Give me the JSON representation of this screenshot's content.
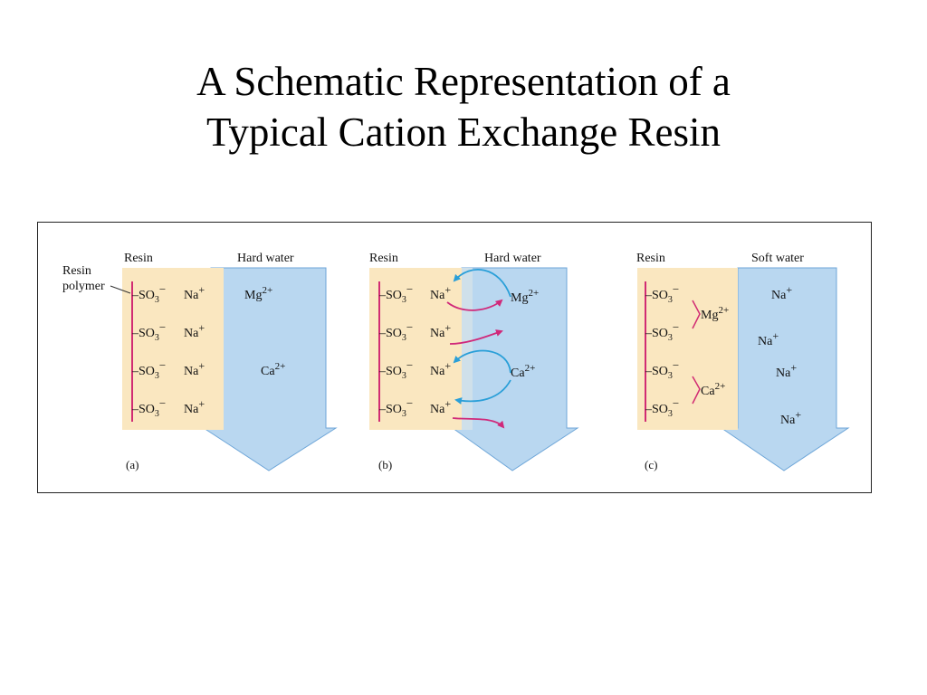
{
  "title": {
    "line1": "A Schematic Representation of a",
    "line2": "Typical Cation Exchange Resin"
  },
  "colors": {
    "resin": "#fae7c0",
    "water": "#b9d7f0",
    "water_edge": "#6ea6d8",
    "polymer": "#d12c73",
    "arrow_to_resin": "#2a9fd8",
    "arrow_to_water": "#d0297a"
  },
  "common": {
    "resin_label": "Resin",
    "polymer_label_line1": "Resin",
    "polymer_label_line2": "polymer",
    "group": "SO",
    "group_sub": "3",
    "group_charge": "−",
    "na": "Na",
    "na_charge": "+",
    "mg": "Mg",
    "ca": "Ca",
    "dication_charge": "2+"
  },
  "panels": {
    "a": {
      "water_label": "Hard water",
      "caption": "(a)"
    },
    "b": {
      "water_label": "Hard water",
      "caption": "(b)"
    },
    "c": {
      "water_label": "Soft water",
      "caption": "(c)"
    }
  }
}
